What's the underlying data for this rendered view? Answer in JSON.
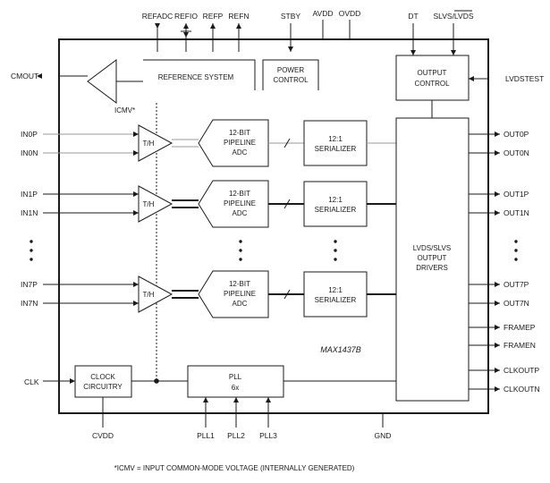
{
  "top_pins": {
    "refadc": "REFADC",
    "refio": "REFIO",
    "refp": "REFP",
    "refn": "REFN",
    "stby": "STBY",
    "avdd": "AVDD",
    "ovdd": "OVDD",
    "dt": "DT",
    "slvs_lvds": "SLVS/LVDS"
  },
  "left_pins": {
    "cmout": "CMOUT",
    "in0p": "IN0P",
    "in0n": "IN0N",
    "in1p": "IN1P",
    "in1n": "IN1N",
    "in7p": "IN7P",
    "in7n": "IN7N",
    "clk": "CLK"
  },
  "right_pins": {
    "lvdstest": "LVDSTEST",
    "out0p": "OUT0P",
    "out0n": "OUT0N",
    "out1p": "OUT1P",
    "out1n": "OUT1N",
    "out7p": "OUT7P",
    "out7n": "OUT7N",
    "framep": "FRAMEP",
    "framen": "FRAMEN",
    "clkoutp": "CLKOUTP",
    "clkoutn": "CLKOUTN"
  },
  "bottom_pins": {
    "cvdd": "CVDD",
    "pll1": "PLL1",
    "pll2": "PLL2",
    "pll3": "PLL3",
    "gnd": "GND"
  },
  "blocks": {
    "reference_system": "REFERENCE SYSTEM",
    "power_control": [
      "POWER",
      "CONTROL"
    ],
    "output_control": [
      "OUTPUT",
      "CONTROL"
    ],
    "icmv_label": "ICMV*",
    "th": "T/H",
    "adc": [
      "12-BIT",
      "PIPELINE",
      "ADC"
    ],
    "serializer": [
      "12:1",
      "SERIALIZER"
    ],
    "drivers": [
      "LVDS/SLVS",
      "OUTPUT",
      "DRIVERS"
    ],
    "clock_circuitry": [
      "CLOCK",
      "CIRCUITRY"
    ],
    "pll": [
      "PLL",
      "6x"
    ],
    "part_number": "MAX1437B"
  },
  "footnote": "*ICMV = INPUT COMMON-MODE VOLTAGE (INTERNALLY GENERATED)"
}
